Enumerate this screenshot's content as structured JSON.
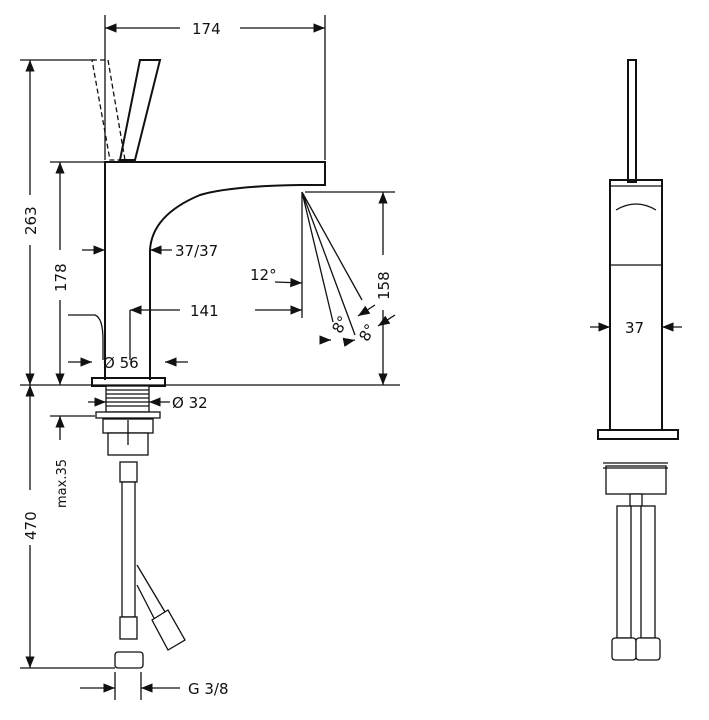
{
  "title": "Faucet dimension drawing",
  "dimensions": {
    "width_top": "174",
    "total_height": "263",
    "spout_height": "178",
    "body_size": "37/37",
    "angle_12": "12°",
    "outlet_height": "158",
    "reach": "141",
    "angle_8a": "8°",
    "angle_8b": "8°",
    "base_diameter": "Ø 56",
    "thread_diameter": "Ø 32",
    "max_thickness": "max.35",
    "hose_length": "470",
    "connection": "G 3/8",
    "side_width": "37"
  }
}
